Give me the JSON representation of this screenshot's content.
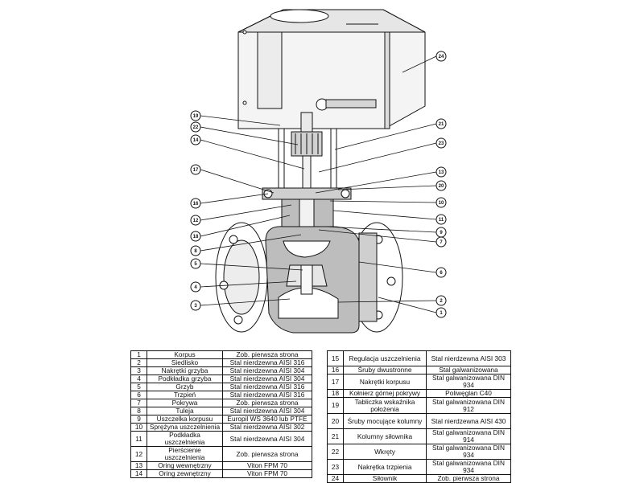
{
  "callout_labels": [
    "24",
    "19",
    "22",
    "14",
    "17",
    "16",
    "12",
    "18",
    "8",
    "5",
    "4",
    "3",
    "21",
    "23",
    "13",
    "20",
    "10",
    "11",
    "9",
    "7",
    "6",
    "2",
    "1"
  ],
  "parts_table_left": [
    {
      "no": "1",
      "name": "Korpus",
      "material": "Zob. pierwsza strona"
    },
    {
      "no": "2",
      "name": "Siedlisko",
      "material": "Stal nierdzewna AISI 316"
    },
    {
      "no": "3",
      "name": "Nakrętki grzyba",
      "material": "Stal nierdzewna AISI 304"
    },
    {
      "no": "4",
      "name": "Podkładka grzyba",
      "material": "Stal nierdzewna AISI 304"
    },
    {
      "no": "5",
      "name": "Grzyb",
      "material": "Stal nierdzewna AISI 316"
    },
    {
      "no": "6",
      "name": "Trzpień",
      "material": "Stal nierdzewna AISI 316"
    },
    {
      "no": "7",
      "name": "Pokrywa",
      "material": "Zob. pierwsza strona"
    },
    {
      "no": "8",
      "name": "Tuleja",
      "material": "Stal nierdzewna AISI 304"
    },
    {
      "no": "9",
      "name": "Uszczelka korpusu",
      "material": "Europil WS 3640 lub PTFE"
    },
    {
      "no": "10",
      "name": "Sprężyna uszczelnienia",
      "material": "Stal nierdzewna AISI 302"
    },
    {
      "no": "11",
      "name": "Podkładka uszczelnienia",
      "material": "Stal nierdzewna AISI 304"
    },
    {
      "no": "12",
      "name": "Pierścienie uszczelnienia",
      "material": "Zob. pierwsza strona"
    },
    {
      "no": "13",
      "name": "Oring wewnętrzny",
      "material": "Viton FPM 70"
    },
    {
      "no": "14",
      "name": "Oring zewnętrzny",
      "material": "Viton FPM 70"
    }
  ],
  "parts_table_right": [
    {
      "no": "15",
      "name": "Regulacja uszczelnienia",
      "material": "Stal nierdzewna AISI 303"
    },
    {
      "no": "16",
      "name": "Śruby dwustronne",
      "material": "Stal galwanizowana"
    },
    {
      "no": "17",
      "name": "Nakrętki korpusu",
      "material": "Stal galwanizowana DIN 934"
    },
    {
      "no": "18",
      "name": "Kołnierz górnej pokrywy",
      "material": "Poliwęglan C40"
    },
    {
      "no": "19",
      "name": "Tabliczka wskaźnika położenia",
      "material": "Stal galwanizowana DIN 912"
    },
    {
      "no": "20",
      "name": "Śruby mocujące kolumny",
      "material": "Stal nierdzewna AISI 430"
    },
    {
      "no": "21",
      "name": "Kolumny siłownika",
      "material": "Stal galwanizowana DIN 914"
    },
    {
      "no": "22",
      "name": "Wkręty",
      "material": "Stal galwanizowana DIN 934"
    },
    {
      "no": "23",
      "name": "Nakrętka trzpienia",
      "material": "Stal galwanizowana DIN 934"
    },
    {
      "no": "24",
      "name": "Siłownik",
      "material": "Zob. pierwsza strona"
    }
  ]
}
